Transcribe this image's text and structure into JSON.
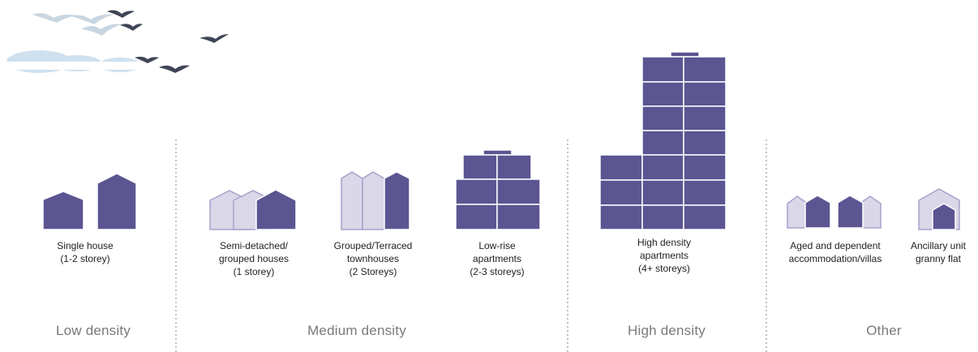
{
  "colors": {
    "dark": "#5b5592",
    "dark_stroke": "#ffffff",
    "light": "#d9d7e8",
    "light_stroke": "#a8a2cc",
    "divider": "#9a9a9a",
    "cloud": "#cfe0ee",
    "bird_light": "#c8d6e2",
    "bird_dark": "#3e4656"
  },
  "categories": {
    "low": "Low density",
    "medium": "Medium density",
    "high": "High density",
    "other": "Other"
  },
  "types": {
    "single_house": "Single house\n(1-2 storey)",
    "semi_detached": "Semi-detached/\ngrouped houses\n(1 storey)",
    "grouped_terraced": "Grouped/Terraced\ntownhouses\n(2 Storeys)",
    "low_rise": "Low-rise\napartments\n(2-3 storeys)",
    "high_density_apartments": "High density\napartments\n(4+ storeys)",
    "aged_dependent": "Aged and dependent\naccommodation/villas",
    "ancillary": "Ancillary unit\ngranny flat"
  }
}
